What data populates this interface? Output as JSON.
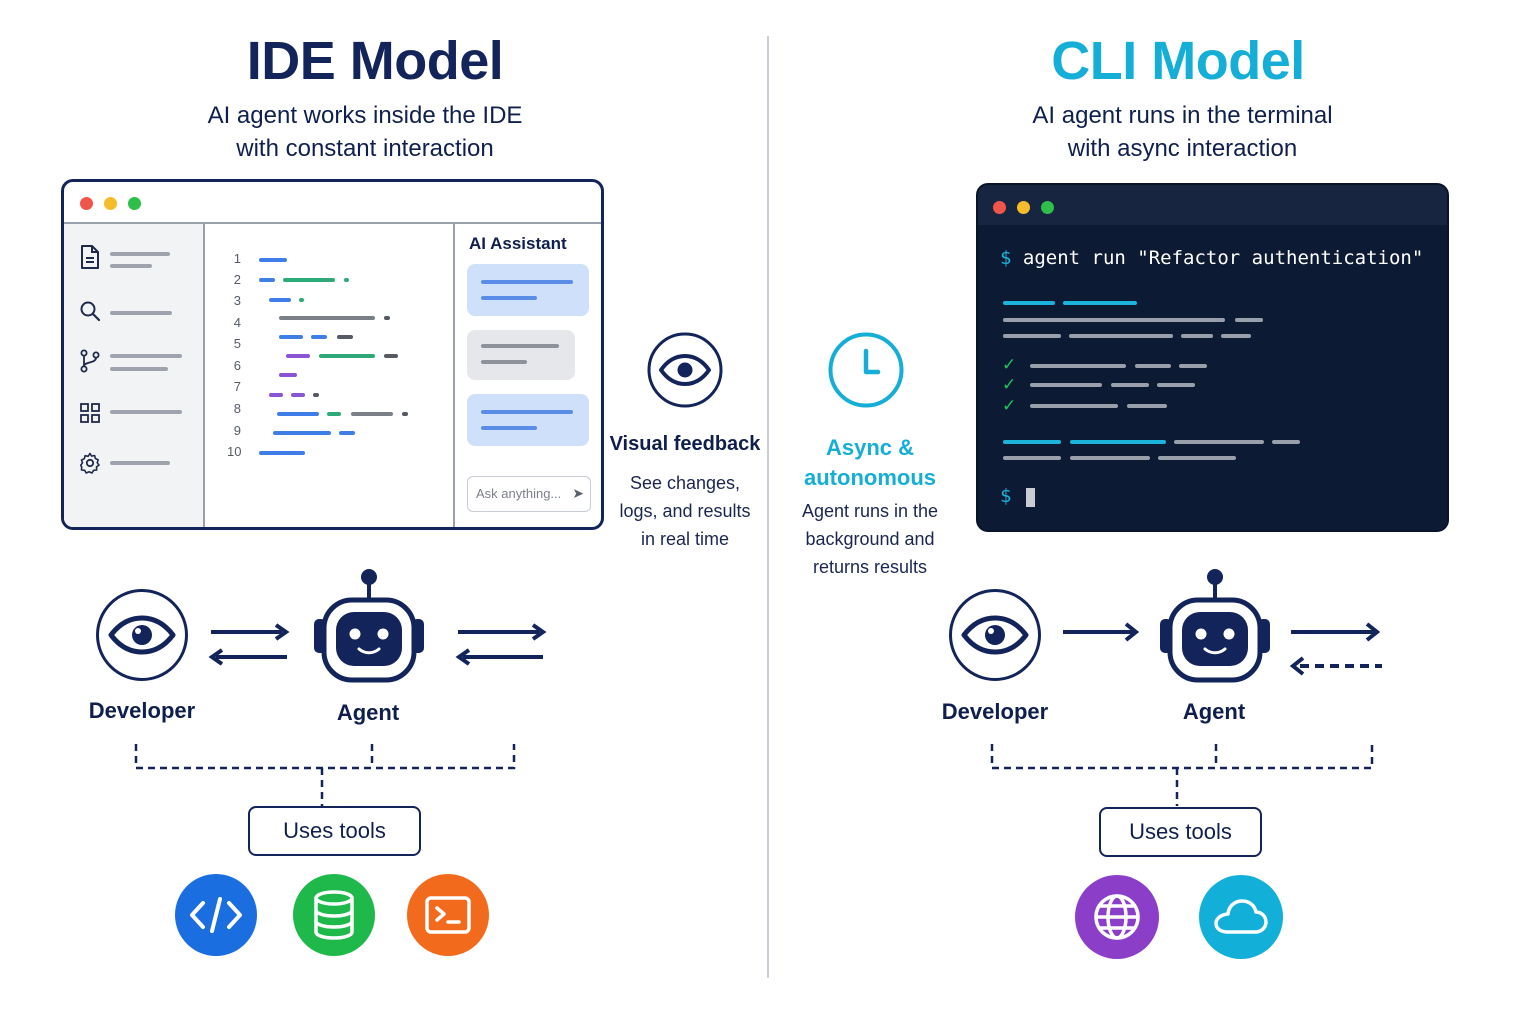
{
  "ide_section": {
    "title": "IDE Model",
    "subtitle_line1": "AI agent works inside the IDE",
    "subtitle_line2": "with constant interaction",
    "ai_panel_title": "AI Assistant",
    "ask_placeholder": "Ask anything...",
    "line_numbers": [
      "1",
      "2",
      "3",
      "4",
      "5",
      "6",
      "7",
      "8",
      "9",
      "10"
    ],
    "sidebar_icons": [
      "file-icon",
      "search-icon",
      "branch-icon",
      "grid-icon",
      "gear-icon"
    ],
    "feature_title": "Visual feedback",
    "feature_desc_line1": "See changes,",
    "feature_desc_line2": "logs, and results",
    "feature_desc_line3": "in real time",
    "developer_label": "Developer",
    "agent_label": "Agent",
    "tools_label": "Uses tools",
    "tools": [
      "code-icon",
      "database-icon",
      "terminal-icon"
    ]
  },
  "cli_section": {
    "title": "CLI Model",
    "subtitle_line1": "AI agent runs in the terminal",
    "subtitle_line2": "with async interaction",
    "prompt_symbol": "$",
    "command": "agent run \"Refactor authentication\"",
    "prompt_symbol_2": "$",
    "feature_title_line1": "Async &",
    "feature_title_line2": "autonomous",
    "feature_desc_line1": "Agent runs in the",
    "feature_desc_line2": "background and",
    "feature_desc_line3": "returns results",
    "developer_label": "Developer",
    "agent_label": "Agent",
    "tools_label": "Uses tools",
    "tools": [
      "globe-icon",
      "cloud-icon"
    ]
  },
  "colors": {
    "navy": "#13245a",
    "cyan": "#15aed6",
    "terminal_bg": "#0c1a33",
    "tool_code": "#1a6ee0",
    "tool_db": "#1fb84a",
    "tool_terminal": "#f26a1b",
    "tool_globe": "#8b3fc9",
    "tool_cloud": "#12b0d8"
  }
}
